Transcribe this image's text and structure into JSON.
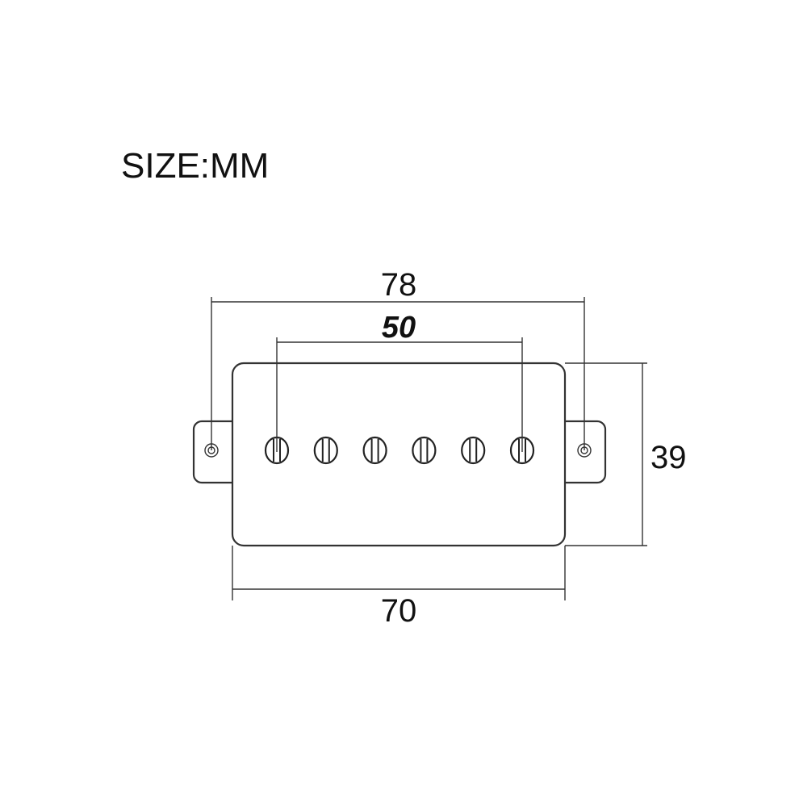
{
  "title": "SIZE:MM",
  "dimensions": {
    "overall_length": "78",
    "pole_spacing": "50",
    "cover_length": "70",
    "height": "39"
  },
  "pole_piece_count": 6,
  "colors": {
    "line": "#333333",
    "text": "#111111",
    "background": "#ffffff"
  }
}
